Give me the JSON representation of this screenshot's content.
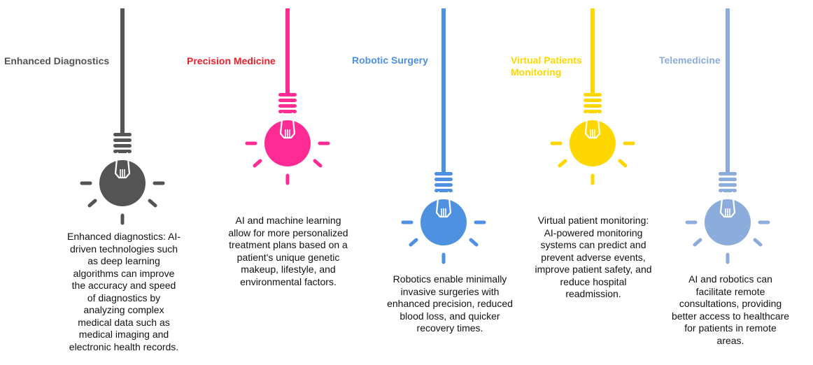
{
  "items": [
    {
      "title": "Enhanced Diagnostics",
      "color": "#545454",
      "description": "Enhanced diagnostics: AI-driven technologies such as deep learning algorithms can improve the accuracy and speed of diagnostics by analyzing complex medical data such as medical imaging and electronic health records."
    },
    {
      "title": "Precision Medicine",
      "color": "#ff2b94",
      "title_color": "#ee1e2a",
      "description": "AI and machine learning allow for more personalized treatment plans based on a patient's unique genetic makeup, lifestyle, and environmental factors."
    },
    {
      "title": "Robotic Surgery",
      "color": "#4d91e0",
      "description": "Robotics enable minimally invasive surgeries with enhanced precision, reduced blood loss, and quicker recovery times."
    },
    {
      "title": "Virtual Patients Monitoring",
      "color": "#ffd700",
      "description": "Virtual patient monitoring: AI-powered monitoring systems can predict and prevent adverse events, improve patient safety, and reduce hospital readmission."
    },
    {
      "title": "Telemedicine",
      "color": "#8cacdc",
      "description": "AI and robotics can facilitate remote consultations, providing better access to healthcare for patients in remote areas."
    }
  ]
}
